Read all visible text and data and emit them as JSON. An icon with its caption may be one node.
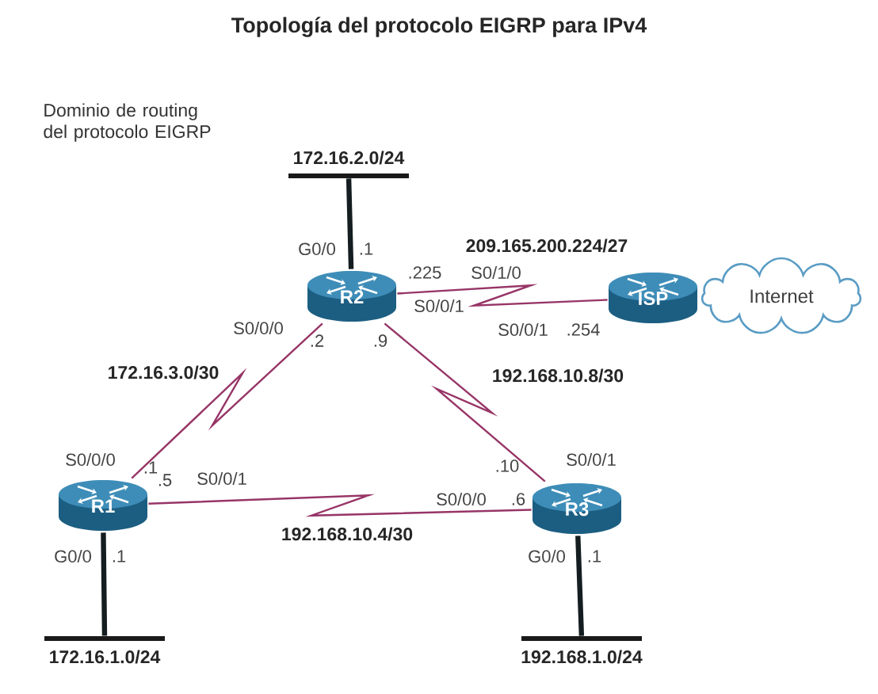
{
  "diagram": {
    "title": "Topología del protocolo EIGRP para IPv4",
    "nodes": [
      {
        "text": [
          "172.16.2.0/24"
        ]
      },
      {
        "text": [
          "R2"
        ]
      },
      {
        "text": [
          "ISP"
        ]
      },
      {
        "text": [
          "Internet"
        ]
      },
      {
        "text": [
          "R1"
        ]
      },
      {
        "text": [
          "R3"
        ]
      },
      {
        "text": [
          "172.16.1.0/24"
        ]
      },
      {
        "text": [
          "192.168.1.0/24"
        ]
      }
    ],
    "edges": [
      {
        "from": 1,
        "to": 0,
        "arrow": "none",
        "style": "thick",
        "color": "#1a1a1a"
      },
      {
        "from": 1,
        "to": 2,
        "arrow": "none",
        "label": "209.165.200.224/27"
      },
      {
        "from": 1,
        "to": 4,
        "arrow": "none",
        "label": "172.16.3.0/30"
      },
      {
        "from": 1,
        "to": 5,
        "arrow": "none",
        "label": "192.168.10.8/30"
      },
      {
        "from": 4,
        "to": 5,
        "arrow": "none",
        "label": "192.168.10.4/30"
      },
      {
        "from": 4,
        "to": 6,
        "arrow": "none",
        "style": "thick",
        "color": "#1a1a1a"
      },
      {
        "from": 5,
        "to": 7,
        "arrow": "none",
        "style": "thick",
        "color": "#1a1a1a"
      }
    ],
    "labels": [
      "Dominio de routing del protocolo EIGRP",
      "G0/0",
      ".1",
      ".225",
      "S0/1/0",
      "S0/0/1",
      "S0/0/0",
      ".2",
      ".9",
      "S0/0/1",
      ".254",
      "S0/0/0",
      ".1",
      "S0/0/1",
      ".10",
      ".5",
      "S0/0/1",
      "S0/0/0",
      ".6",
      "G0/0",
      ".1",
      "G0/0",
      ".1"
    ]
  }
}
